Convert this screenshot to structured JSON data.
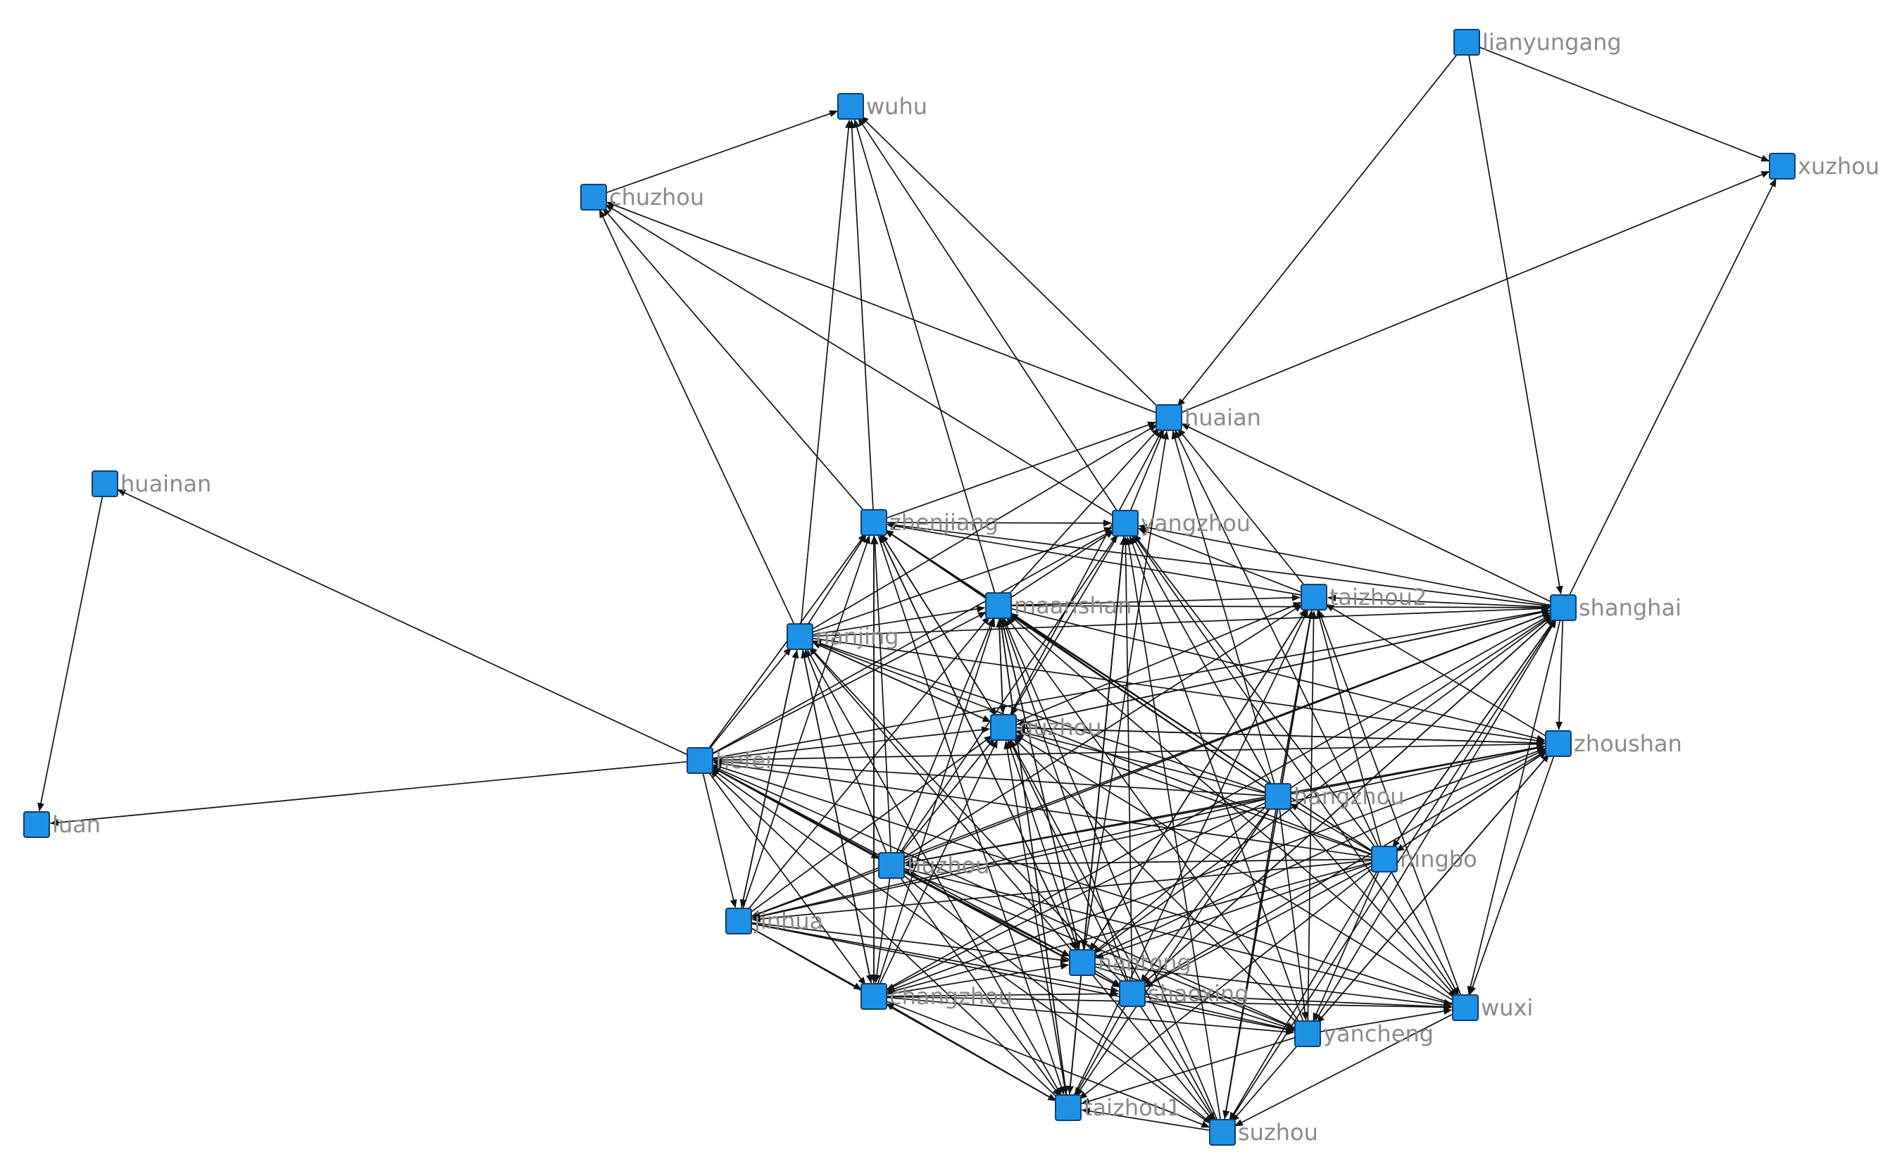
{
  "colors": {
    "node": "#1e90e6",
    "edge": "#111111",
    "label": "#8a8a8a"
  },
  "nodes": [
    {
      "id": "lianyungang",
      "label": "lianyungang"
    },
    {
      "id": "xuzhou",
      "label": "xuzhou"
    },
    {
      "id": "wuhu",
      "label": "wuhu"
    },
    {
      "id": "chuzhou",
      "label": "chuzhou"
    },
    {
      "id": "huaian",
      "label": "huaian"
    },
    {
      "id": "huainan",
      "label": "huainan"
    },
    {
      "id": "zhenjiang",
      "label": "zhenjiang"
    },
    {
      "id": "yangzhou",
      "label": "yangzhou"
    },
    {
      "id": "taizhou2",
      "label": "taizhou2"
    },
    {
      "id": "shanghai",
      "label": "shanghai"
    },
    {
      "id": "maanshan",
      "label": "maanshan"
    },
    {
      "id": "nanjing",
      "label": "nanjing"
    },
    {
      "id": "quzhou",
      "label": "quzhou"
    },
    {
      "id": "zhoushan",
      "label": "zhoushan"
    },
    {
      "id": "hefei",
      "label": "hefei"
    },
    {
      "id": "hangzhou",
      "label": "hangzhou"
    },
    {
      "id": "luan",
      "label": "luan"
    },
    {
      "id": "ningbo",
      "label": "ningbo"
    },
    {
      "id": "huzhou",
      "label": "huzhou"
    },
    {
      "id": "jinhua",
      "label": "jinhua"
    },
    {
      "id": "nantong",
      "label": "nantong"
    },
    {
      "id": "changzhou",
      "label": "changzhou"
    },
    {
      "id": "shaoxing",
      "label": "shaoxing"
    },
    {
      "id": "wuxi",
      "label": "wuxi"
    },
    {
      "id": "yancheng",
      "label": "yancheng"
    },
    {
      "id": "taizhou1",
      "label": "taizhou1"
    },
    {
      "id": "suzhou",
      "label": "suzhou"
    }
  ],
  "edges": [
    [
      "lianyungang",
      "xuzhou"
    ],
    [
      "lianyungang",
      "huaian"
    ],
    [
      "lianyungang",
      "shanghai"
    ],
    [
      "huaian",
      "xuzhou"
    ],
    [
      "shanghai",
      "xuzhou"
    ],
    [
      "chuzhou",
      "wuhu"
    ],
    [
      "huainan",
      "luan"
    ],
    [
      "hefei",
      "huainan"
    ],
    [
      "hefei",
      "luan"
    ],
    [
      "huaian",
      "wuhu"
    ],
    [
      "yangzhou",
      "wuhu"
    ],
    [
      "maanshan",
      "wuhu"
    ],
    [
      "nanjing",
      "wuhu"
    ],
    [
      "zhenjiang",
      "wuhu"
    ],
    [
      "huaian",
      "chuzhou"
    ],
    [
      "yangzhou",
      "chuzhou"
    ],
    [
      "zhenjiang",
      "chuzhou"
    ],
    [
      "nanjing",
      "chuzhou"
    ],
    [
      "zhenjiang",
      "huaian"
    ],
    [
      "yangzhou",
      "huaian"
    ],
    [
      "taizhou2",
      "huaian"
    ],
    [
      "shanghai",
      "huaian"
    ],
    [
      "maanshan",
      "huaian"
    ],
    [
      "nanjing",
      "huaian"
    ],
    [
      "hangzhou",
      "huaian"
    ],
    [
      "quzhou",
      "huaian"
    ],
    [
      "ningbo",
      "huaian"
    ],
    [
      "nantong",
      "huaian"
    ],
    [
      "zhenjiang",
      "yangzhou"
    ],
    [
      "nanjing",
      "zhenjiang"
    ],
    [
      "hefei",
      "zhenjiang"
    ],
    [
      "maanshan",
      "zhenjiang"
    ],
    [
      "quzhou",
      "zhenjiang"
    ],
    [
      "huzhou",
      "zhenjiang"
    ],
    [
      "changzhou",
      "zhenjiang"
    ],
    [
      "shanghai",
      "zhenjiang"
    ],
    [
      "taizhou2",
      "zhenjiang"
    ],
    [
      "hangzhou",
      "zhenjiang"
    ],
    [
      "jinhua",
      "zhenjiang"
    ],
    [
      "nantong",
      "zhenjiang"
    ],
    [
      "ningbo",
      "zhenjiang"
    ],
    [
      "maanshan",
      "yangzhou"
    ],
    [
      "nanjing",
      "yangzhou"
    ],
    [
      "taizhou2",
      "yangzhou"
    ],
    [
      "shanghai",
      "yangzhou"
    ],
    [
      "hangzhou",
      "yangzhou"
    ],
    [
      "huzhou",
      "yangzhou"
    ],
    [
      "nantong",
      "yangzhou"
    ],
    [
      "shaoxing",
      "yangzhou"
    ],
    [
      "taizhou1",
      "yangzhou"
    ],
    [
      "suzhou",
      "yangzhou"
    ],
    [
      "wuxi",
      "yangzhou"
    ],
    [
      "yancheng",
      "yangzhou"
    ],
    [
      "ningbo",
      "yangzhou"
    ],
    [
      "hefei",
      "yangzhou"
    ],
    [
      "shanghai",
      "taizhou2"
    ],
    [
      "maanshan",
      "taizhou2"
    ],
    [
      "zhoushan",
      "taizhou2"
    ],
    [
      "hangzhou",
      "taizhou2"
    ],
    [
      "ningbo",
      "taizhou2"
    ],
    [
      "nantong",
      "taizhou2"
    ],
    [
      "suzhou",
      "taizhou2"
    ],
    [
      "taizhou1",
      "taizhou2"
    ],
    [
      "yancheng",
      "taizhou2"
    ],
    [
      "wuxi",
      "taizhou2"
    ],
    [
      "quzhou",
      "taizhou2"
    ],
    [
      "huzhou",
      "taizhou2"
    ],
    [
      "shanghai",
      "zhoushan"
    ],
    [
      "nanjing",
      "shanghai"
    ],
    [
      "maanshan",
      "shanghai"
    ],
    [
      "hefei",
      "shanghai"
    ],
    [
      "quzhou",
      "shanghai"
    ],
    [
      "huzhou",
      "shanghai"
    ],
    [
      "nantong",
      "shanghai"
    ],
    [
      "changzhou",
      "shanghai"
    ],
    [
      "ningbo",
      "shanghai"
    ],
    [
      "shaoxing",
      "shanghai"
    ],
    [
      "suzhou",
      "shanghai"
    ],
    [
      "yancheng",
      "shanghai"
    ],
    [
      "jinhua",
      "shanghai"
    ],
    [
      "hangzhou",
      "shanghai"
    ],
    [
      "shanghai",
      "wuxi"
    ],
    [
      "nanjing",
      "maanshan"
    ],
    [
      "hefei",
      "maanshan"
    ],
    [
      "quzhou",
      "maanshan"
    ],
    [
      "huzhou",
      "maanshan"
    ],
    [
      "nantong",
      "maanshan"
    ],
    [
      "changzhou",
      "maanshan"
    ],
    [
      "jinhua",
      "maanshan"
    ],
    [
      "hangzhou",
      "maanshan"
    ],
    [
      "ningbo",
      "maanshan"
    ],
    [
      "shaoxing",
      "maanshan"
    ],
    [
      "taizhou1",
      "maanshan"
    ],
    [
      "yancheng",
      "maanshan"
    ],
    [
      "wuxi",
      "maanshan"
    ],
    [
      "suzhou",
      "maanshan"
    ],
    [
      "hefei",
      "nanjing"
    ],
    [
      "quzhou",
      "nanjing"
    ],
    [
      "changzhou",
      "nanjing"
    ],
    [
      "jinhua",
      "nanjing"
    ],
    [
      "huzhou",
      "nanjing"
    ],
    [
      "hangzhou",
      "nanjing"
    ],
    [
      "nantong",
      "nanjing"
    ],
    [
      "shaoxing",
      "nanjing"
    ],
    [
      "ningbo",
      "nanjing"
    ],
    [
      "nanjing",
      "jinhua"
    ],
    [
      "nanjing",
      "changzhou"
    ],
    [
      "nanjing",
      "taizhou1"
    ],
    [
      "hefei",
      "quzhou"
    ],
    [
      "maanshan",
      "quzhou"
    ],
    [
      "nanjing",
      "quzhou"
    ],
    [
      "zhenjiang",
      "quzhou"
    ],
    [
      "yangzhou",
      "quzhou"
    ],
    [
      "hangzhou",
      "quzhou"
    ],
    [
      "ningbo",
      "quzhou"
    ],
    [
      "nantong",
      "quzhou"
    ],
    [
      "shaoxing",
      "quzhou"
    ],
    [
      "huzhou",
      "quzhou"
    ],
    [
      "jinhua",
      "quzhou"
    ],
    [
      "changzhou",
      "quzhou"
    ],
    [
      "taizhou1",
      "quzhou"
    ],
    [
      "wuxi",
      "quzhou"
    ],
    [
      "yancheng",
      "quzhou"
    ],
    [
      "suzhou",
      "quzhou"
    ],
    [
      "zhoushan",
      "quzhou"
    ],
    [
      "shanghai",
      "quzhou"
    ],
    [
      "hefei",
      "zhoushan"
    ],
    [
      "maanshan",
      "zhoushan"
    ],
    [
      "nanjing",
      "zhoushan"
    ],
    [
      "quzhou",
      "zhoushan"
    ],
    [
      "hangzhou",
      "zhoushan"
    ],
    [
      "ningbo",
      "zhoushan"
    ],
    [
      "huzhou",
      "zhoushan"
    ],
    [
      "nantong",
      "zhoushan"
    ],
    [
      "changzhou",
      "zhoushan"
    ],
    [
      "jinhua",
      "zhoushan"
    ],
    [
      "shaoxing",
      "zhoushan"
    ],
    [
      "yancheng",
      "zhoushan"
    ],
    [
      "zhoushan",
      "wuxi"
    ],
    [
      "hefei",
      "jinhua"
    ],
    [
      "hefei",
      "changzhou"
    ],
    [
      "hefei",
      "huzhou"
    ],
    [
      "hangzhou",
      "hefei"
    ],
    [
      "ningbo",
      "hefei"
    ],
    [
      "nantong",
      "hefei"
    ],
    [
      "shaoxing",
      "hefei"
    ],
    [
      "taizhou1",
      "hefei"
    ],
    [
      "yancheng",
      "hefei"
    ],
    [
      "wuxi",
      "hefei"
    ],
    [
      "suzhou",
      "hefei"
    ],
    [
      "huzhou",
      "hefei"
    ],
    [
      "ningbo",
      "hangzhou"
    ],
    [
      "hangzhou",
      "nantong"
    ],
    [
      "hangzhou",
      "huzhou"
    ],
    [
      "hangzhou",
      "jinhua"
    ],
    [
      "hangzhou",
      "changzhou"
    ],
    [
      "hangzhou",
      "shaoxing"
    ],
    [
      "hangzhou",
      "taizhou1"
    ],
    [
      "hangzhou",
      "suzhou"
    ],
    [
      "hangzhou",
      "yancheng"
    ],
    [
      "hangzhou",
      "wuxi"
    ],
    [
      "ningbo",
      "huzhou"
    ],
    [
      "ningbo",
      "jinhua"
    ],
    [
      "ningbo",
      "nantong"
    ],
    [
      "ningbo",
      "changzhou"
    ],
    [
      "ningbo",
      "shaoxing"
    ],
    [
      "ningbo",
      "taizhou1"
    ],
    [
      "ningbo",
      "suzhou"
    ],
    [
      "ningbo",
      "yancheng"
    ],
    [
      "ningbo",
      "wuxi"
    ],
    [
      "zhoushan",
      "ningbo"
    ],
    [
      "shanghai",
      "ningbo"
    ],
    [
      "huzhou",
      "jinhua"
    ],
    [
      "huzhou",
      "nantong"
    ],
    [
      "huzhou",
      "changzhou"
    ],
    [
      "huzhou",
      "shaoxing"
    ],
    [
      "huzhou",
      "taizhou1"
    ],
    [
      "huzhou",
      "suzhou"
    ],
    [
      "huzhou",
      "yancheng"
    ],
    [
      "huzhou",
      "wuxi"
    ],
    [
      "jinhua",
      "changzhou"
    ],
    [
      "jinhua",
      "nantong"
    ],
    [
      "jinhua",
      "shaoxing"
    ],
    [
      "jinhua",
      "taizhou1"
    ],
    [
      "jinhua",
      "yancheng"
    ],
    [
      "changzhou",
      "nantong"
    ],
    [
      "changzhou",
      "shaoxing"
    ],
    [
      "changzhou",
      "taizhou1"
    ],
    [
      "changzhou",
      "suzhou"
    ],
    [
      "changzhou",
      "yancheng"
    ],
    [
      "changzhou",
      "wuxi"
    ],
    [
      "nantong",
      "shaoxing"
    ],
    [
      "nantong",
      "taizhou1"
    ],
    [
      "nantong",
      "suzhou"
    ],
    [
      "nantong",
      "yancheng"
    ],
    [
      "nantong",
      "wuxi"
    ],
    [
      "shaoxing",
      "taizhou1"
    ],
    [
      "shaoxing",
      "suzhou"
    ],
    [
      "shaoxing",
      "yancheng"
    ],
    [
      "shaoxing",
      "wuxi"
    ],
    [
      "yancheng",
      "wuxi"
    ],
    [
      "yancheng",
      "suzhou"
    ],
    [
      "yancheng",
      "taizhou1"
    ],
    [
      "wuxi",
      "suzhou"
    ],
    [
      "suzhou",
      "taizhou1"
    ],
    [
      "taizhou1",
      "changzhou"
    ],
    [
      "zhenjiang",
      "nantong"
    ],
    [
      "zhenjiang",
      "taizhou1"
    ],
    [
      "zhenjiang",
      "changzhou"
    ],
    [
      "yangzhou",
      "nantong"
    ],
    [
      "yangzhou",
      "taizhou1"
    ],
    [
      "taizhou2",
      "nantong"
    ],
    [
      "taizhou2",
      "suzhou"
    ],
    [
      "maanshan",
      "nantong"
    ],
    [
      "maanshan",
      "taizhou1"
    ],
    [
      "shanghai",
      "shaoxing"
    ],
    [
      "zhoushan",
      "yancheng"
    ]
  ]
}
